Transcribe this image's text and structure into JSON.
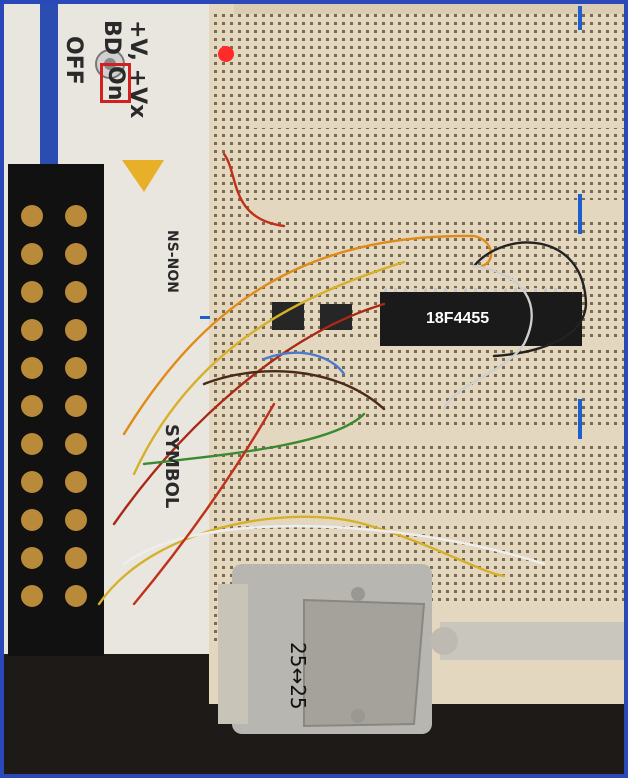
{
  "scene": {
    "description_tags": [
      "breadboard",
      "microcontroller",
      "db25-connector",
      "screw-terminal",
      "jumper-wires"
    ]
  },
  "panel": {
    "voltage_label": "+V, +Vx",
    "bd_label": "BD",
    "on_label": "On",
    "off_label": "OFF",
    "side_label_1": "NS-NON",
    "side_label_2": "SYMBOL"
  },
  "chip": {
    "part_number": "18F4455"
  },
  "connector": {
    "cable_label": "25↔25"
  },
  "colors": {
    "frame": "#2b48b8",
    "breadboard": "#e8ddc7",
    "chip": "#1a1a1a",
    "connector": "#b8b6b0",
    "led": "#ff2a2a"
  }
}
